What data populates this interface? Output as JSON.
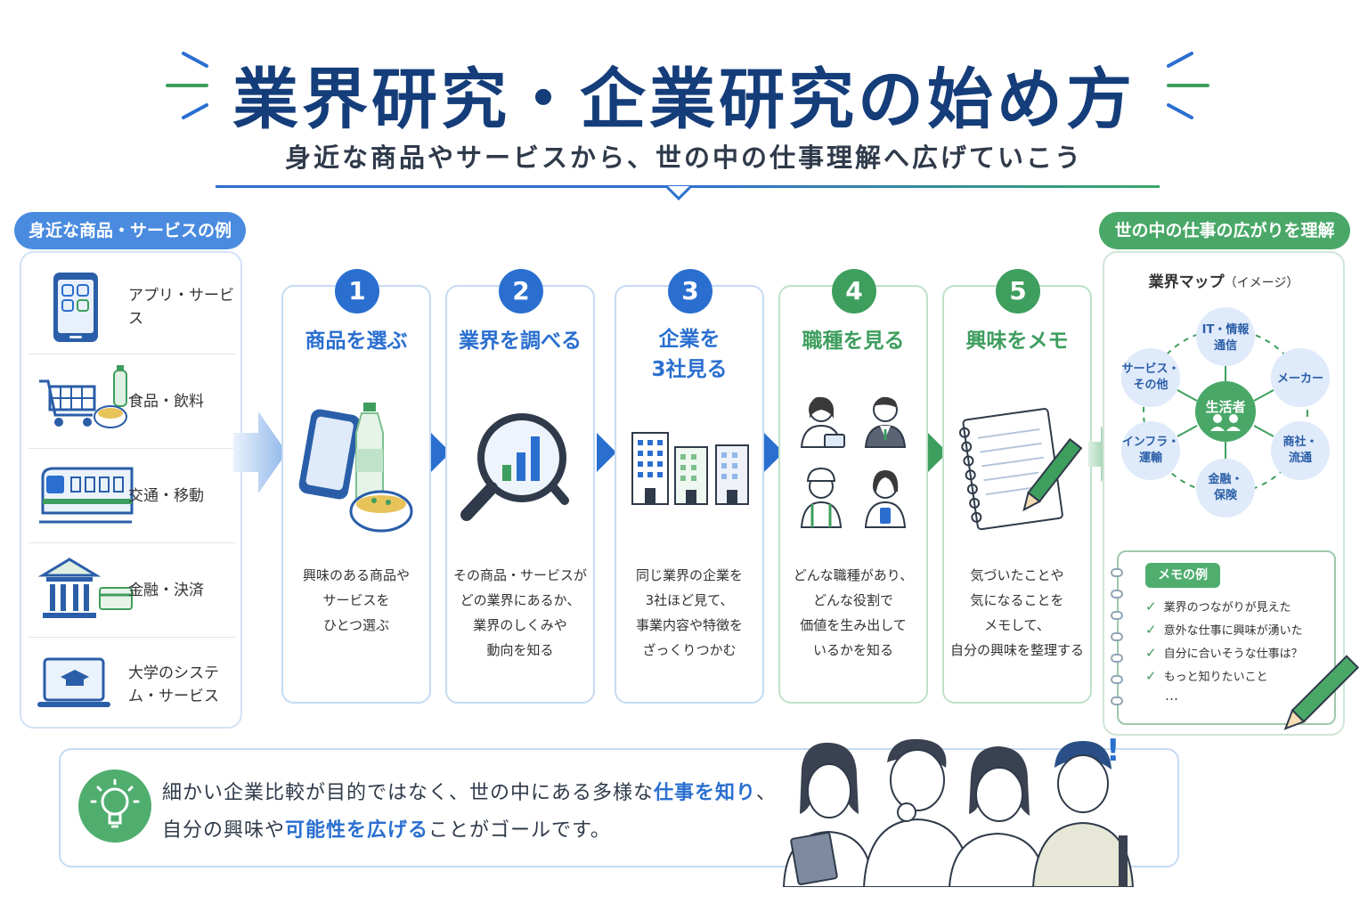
{
  "header": {
    "title": "業界研究・企業研究の始め方",
    "subtitle": "身近な商品やサービスから、世の中の仕事理解へ広げていこう"
  },
  "left_panel": {
    "label": "身近な商品・サービスの例",
    "items": [
      {
        "label": "アプリ・サービス",
        "icon": "smartphone-icon"
      },
      {
        "label": "食品・飲料",
        "icon": "shopping-cart-icon"
      },
      {
        "label": "交通・移動",
        "icon": "train-icon"
      },
      {
        "label": "金融・決済",
        "icon": "bank-icon"
      },
      {
        "label": "大学のシステム・サービス",
        "icon": "laptop-graduation-icon"
      }
    ]
  },
  "steps": [
    {
      "number": "1",
      "title": "商品を選ぶ",
      "desc_lines": [
        "興味のある商品や",
        "サービスを",
        "ひとつ選ぶ"
      ],
      "icon": "phone-bottle-food-icon"
    },
    {
      "number": "2",
      "title": "業界を調べる",
      "desc_lines": [
        "その商品・サービスが",
        "どの業界にあるか、",
        "業界のしくみや",
        "動向を知る"
      ],
      "icon": "magnifier-chart-icon"
    },
    {
      "number": "3",
      "title_lines": [
        "企業を",
        "3社見る"
      ],
      "desc_lines": [
        "同じ業界の企業を",
        "3社ほど見て、",
        "事業内容や特徴を",
        "ざっくりつかむ"
      ],
      "icon": "buildings-icon"
    },
    {
      "number": "4",
      "title": "職種を見る",
      "desc_lines": [
        "どんな職種があり、",
        "どんな役割で",
        "価値を生み出して",
        "いるかを知る"
      ],
      "icon": "workers-icon"
    },
    {
      "number": "5",
      "title": "興味をメモ",
      "desc_lines": [
        "気づいたことや",
        "気になることを",
        "メモして、",
        "自分の興味を整理する"
      ],
      "icon": "notebook-pencil-icon"
    }
  ],
  "right_panel": {
    "label": "世の中の仕事の広がりを理解",
    "map_title": "業界マップ",
    "map_title_note": "（イメージ）",
    "center": "生活者",
    "nodes": [
      {
        "lines": [
          "IT・情報",
          "通信"
        ]
      },
      {
        "lines": [
          "メーカー"
        ]
      },
      {
        "lines": [
          "商社・",
          "流通"
        ]
      },
      {
        "lines": [
          "金融・",
          "保険"
        ]
      },
      {
        "lines": [
          "インフラ・",
          "運輸"
        ]
      },
      {
        "lines": [
          "サービス・",
          "その他"
        ]
      }
    ],
    "memo_label": "メモの例",
    "memo_items": [
      "業界のつながりが見えた",
      "意外な仕事に興味が湧いた",
      "自分に合いそうな仕事は？",
      "もっと知りたいこと"
    ],
    "memo_more": "…"
  },
  "bottom": {
    "line1_a": "細かい企業比較が目的ではなく、世の中にある多様な",
    "line1_hl": "仕事を知り",
    "line1_b": "、",
    "line2_a": "自分の興味や",
    "line2_hl": "可能性を広げる",
    "line2_b": "ことがゴールです。"
  },
  "colors": {
    "navy": "#143d7a",
    "blue": "#2a6fd0",
    "green": "#3e9e5e",
    "light_blue": "#4a8be0",
    "light_green": "#49a868"
  }
}
